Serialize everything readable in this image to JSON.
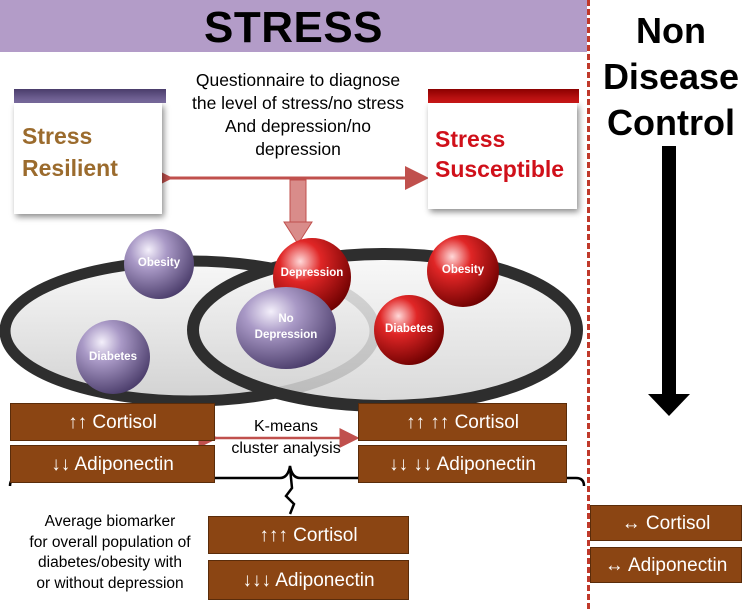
{
  "header": {
    "title": "STRESS"
  },
  "control": {
    "title_lines": [
      "Non",
      "Disease",
      "Control"
    ]
  },
  "question": {
    "lines": [
      "Questionnaire to diagnose",
      "the level of stress/no stress",
      "And depression/no",
      "depression"
    ]
  },
  "groups": {
    "resilient": {
      "lines": [
        "Stress",
        "Resilient"
      ]
    },
    "susceptible": {
      "lines": [
        "Stress",
        "Susceptible"
      ]
    }
  },
  "spheres": {
    "obesity_left": "Obesity",
    "diabetes_left": "Diabetes",
    "depression": "Depression",
    "no_depression_lines": [
      "No",
      "Depression"
    ],
    "obesity_right": "Obesity",
    "diabetes_right": "Diabetes"
  },
  "biomarkers": {
    "resilient": {
      "cortisol": "↑↑ Cortisol",
      "adiponectin": "↓↓ Adiponectin"
    },
    "susceptible": {
      "cortisol": "↑↑ ↑↑ Cortisol",
      "adiponectin": "↓↓ ↓↓ Adiponectin"
    },
    "average": {
      "cortisol": "↑↑↑ Cortisol",
      "adiponectin": "↓↓↓ Adiponectin"
    },
    "control": {
      "cortisol": "↔ Cortisol",
      "adiponectin": "↔ Adiponectin"
    }
  },
  "kmeans": {
    "lines": [
      "K-means",
      "cluster analysis"
    ]
  },
  "average": {
    "lines": [
      "Average biomarker",
      "for overall population of",
      "diabetes/obesity with",
      "or without depression"
    ]
  },
  "colors": {
    "banner": "#b39cc8",
    "biomarker_box": "#8b4513",
    "resilient_text": "#9b6b2d",
    "susceptible_text": "#d0101a",
    "sphere_purple": "#8a7aaa",
    "sphere_red": "#d01818",
    "divider": "#c0392b"
  }
}
